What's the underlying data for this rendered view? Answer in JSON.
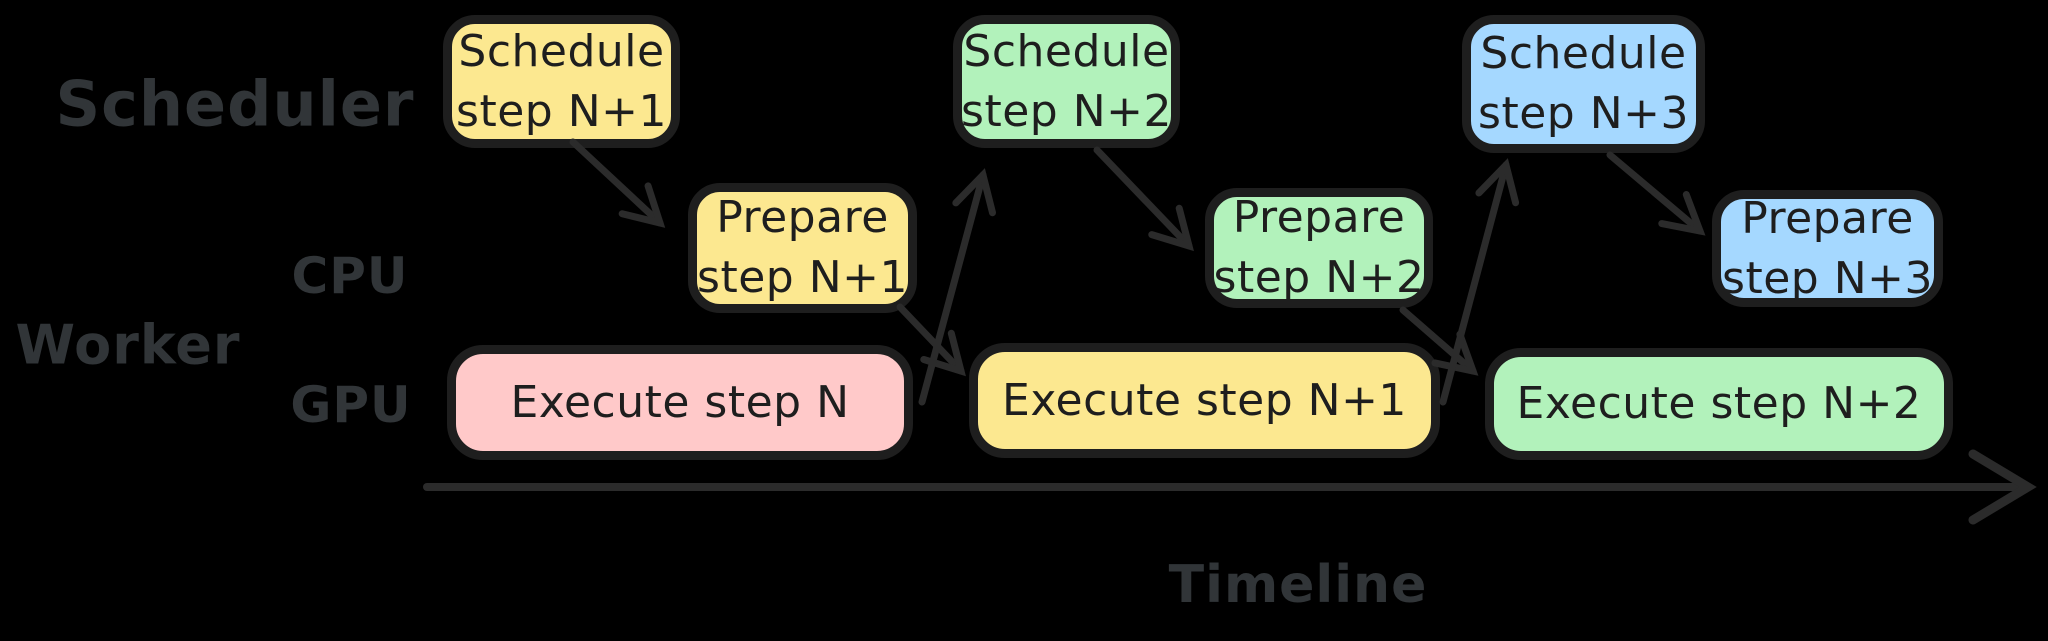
{
  "diagram": {
    "title_hint": "Scheduler / Worker pipelined execution timeline",
    "background": "#000000",
    "colors": {
      "yellow": "#FCE890",
      "green": "#B2F2BB",
      "blue": "#A5D8FF",
      "pink": "#FFC9C9",
      "box_border": "#1e1e1e",
      "box_text": "#1e1e1e",
      "label_text": "#313538",
      "arrow": "#2b2b2b"
    },
    "row_labels": {
      "scheduler": "Scheduler",
      "worker": "Worker",
      "cpu": "CPU",
      "gpu": "GPU"
    },
    "axis_label": "Timeline",
    "boxes": {
      "schedule_n1": {
        "line1": "Schedule",
        "line2": "step N+1",
        "color": "yellow",
        "row": "scheduler"
      },
      "schedule_n2": {
        "line1": "Schedule",
        "line2": "step N+2",
        "color": "green",
        "row": "scheduler"
      },
      "schedule_n3": {
        "line1": "Schedule",
        "line2": "step N+3",
        "color": "blue",
        "row": "scheduler"
      },
      "prepare_n1": {
        "line1": "Prepare",
        "line2": "step N+1",
        "color": "yellow",
        "row": "cpu"
      },
      "prepare_n2": {
        "line1": "Prepare",
        "line2": "step N+2",
        "color": "green",
        "row": "cpu"
      },
      "prepare_n3": {
        "line1": "Prepare",
        "line2": "step N+3",
        "color": "blue",
        "row": "cpu"
      },
      "execute_n": {
        "label": "Execute step N",
        "color": "pink",
        "row": "gpu"
      },
      "execute_n1": {
        "label": "Execute step N+1",
        "color": "yellow",
        "row": "gpu"
      },
      "execute_n2": {
        "label": "Execute step N+2",
        "color": "green",
        "row": "gpu"
      }
    },
    "arrows": [
      {
        "from": "schedule_n1",
        "to": "prepare_n1"
      },
      {
        "from": "prepare_n1",
        "to": "execute_n1"
      },
      {
        "from": "execute_n",
        "to": "schedule_n2"
      },
      {
        "from": "schedule_n2",
        "to": "prepare_n2"
      },
      {
        "from": "prepare_n2",
        "to": "execute_n2"
      },
      {
        "from": "execute_n1",
        "to": "schedule_n3"
      },
      {
        "from": "schedule_n3",
        "to": "prepare_n3"
      }
    ]
  }
}
